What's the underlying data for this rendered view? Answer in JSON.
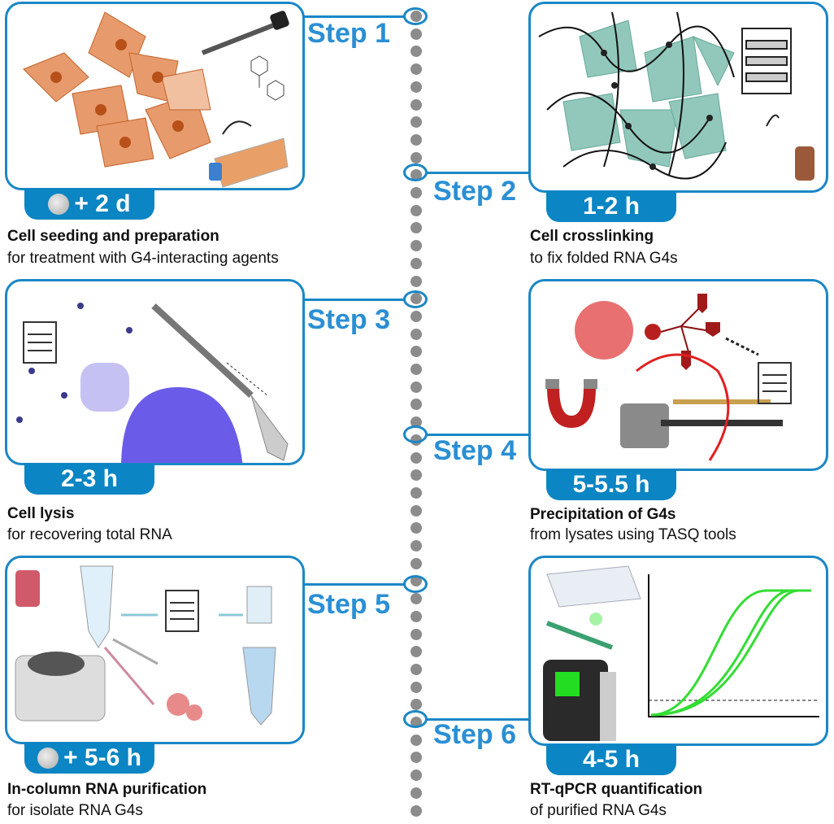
{
  "steps": [
    {
      "label": "Step 1",
      "time": "+ 2 d",
      "night": true,
      "title": "Cell seeding and preparation",
      "subtitle": "for treatment with G4-interacting agents"
    },
    {
      "label": "Step 2",
      "time": "1-2 h",
      "night": false,
      "title": "Cell crosslinking",
      "subtitle": "to fix folded RNA G4s"
    },
    {
      "label": "Step 3",
      "time": "2-3 h",
      "night": false,
      "title": "Cell lysis",
      "subtitle": "for recovering total RNA"
    },
    {
      "label": "Step 4",
      "time": "5-5.5 h",
      "night": false,
      "title": "Precipitation of G4s",
      "subtitle": "from lysates using TASQ tools"
    },
    {
      "label": "Step 5",
      "time": "+ 5-6 h",
      "night": true,
      "title": "In-column RNA purification",
      "subtitle": "for isolate RNA G4s"
    },
    {
      "label": "Step 6",
      "time": "4-5 h",
      "night": false,
      "title": "RT-qPCR quantification",
      "subtitle": "of purified RNA G4s"
    }
  ],
  "colors": {
    "accent": "#1b87c6",
    "badge": "#0b85c3",
    "step_text": "#2a8fd4",
    "timeline_dot": "#8c8c8c"
  }
}
